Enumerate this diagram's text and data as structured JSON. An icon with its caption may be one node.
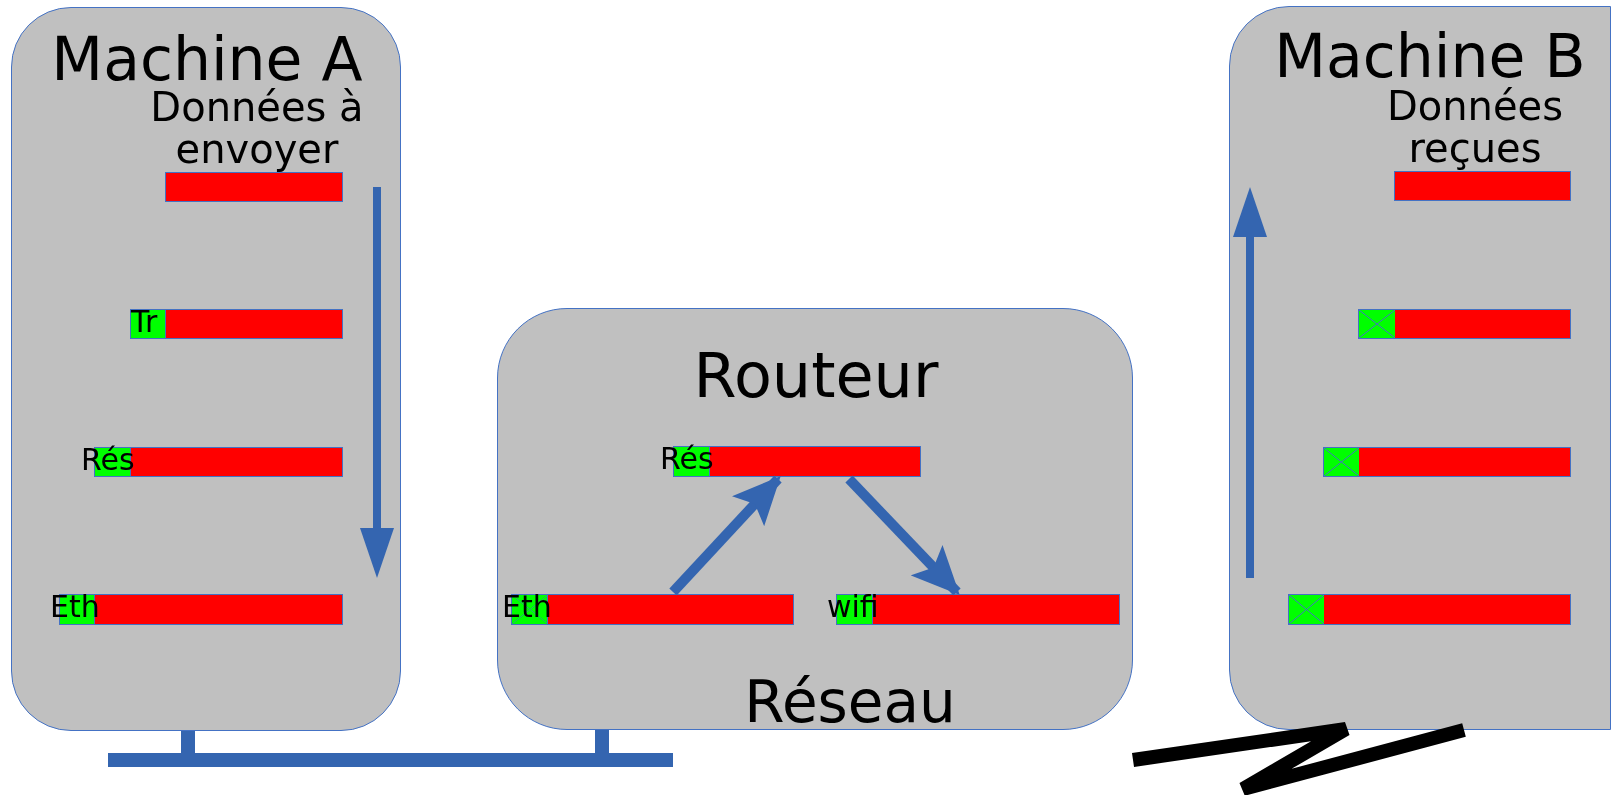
{
  "diagram": {
    "nodes": [
      {
        "text": [
          "Machine A",
          "Données à envoyer"
        ]
      },
      {
        "text": [],
        "shape": "bar",
        "in": 0
      },
      {
        "text": [
          "Tr"
        ],
        "in": 0
      },
      {
        "text": [
          "Rés"
        ],
        "in": 0
      },
      {
        "text": [
          "Eth"
        ],
        "in": 0
      },
      {
        "text": [
          "Routeur"
        ]
      },
      {
        "text": [
          "Rés"
        ],
        "in": 5
      },
      {
        "text": [
          "Eth"
        ],
        "in": 5
      },
      {
        "text": [
          "wifi"
        ],
        "in": 5
      },
      {
        "text": [
          "Machine B",
          "Données reçues"
        ]
      },
      {
        "text": [],
        "shape": "bar",
        "in": 9
      },
      {
        "text": [],
        "shape": "bar",
        "in": 9
      },
      {
        "text": [],
        "shape": "bar",
        "in": 9
      },
      {
        "text": [],
        "shape": "bar",
        "in": 9
      }
    ],
    "edges": [
      {
        "from": 7,
        "to": 6,
        "arrow": "to"
      },
      {
        "from": 6,
        "to": 8,
        "arrow": "to"
      },
      {
        "from": 0,
        "to": 5,
        "arrow": "none",
        "color": "#3465b0"
      },
      {
        "from": 5,
        "to": 9,
        "arrow": "none",
        "color": "#000000"
      }
    ],
    "labels": [
      "Réseau"
    ]
  }
}
